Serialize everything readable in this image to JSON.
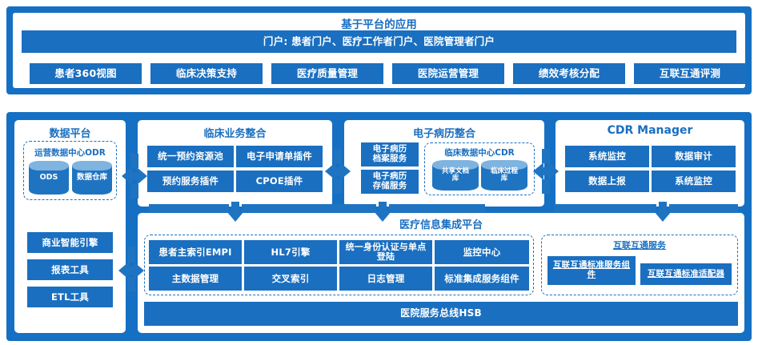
{
  "diagram": {
    "title_hidden": "",
    "colors": {
      "frame_blue": "#1570c4",
      "box_blue": "#1a6fc0",
      "text_blue": "#1a6fc0",
      "cylinder_top": "#7fb3e0",
      "white": "#ffffff"
    }
  },
  "top_section": {
    "title": "基于平台的应用",
    "portal_bar": "门户: 患者门户、医疗工作者门户、医院管理者门户",
    "apps": [
      "患者360视图",
      "临床决策支持",
      "医疗质量管理",
      "医院运营管理",
      "绩效考核分配",
      "互联互通评测"
    ]
  },
  "data_platform": {
    "title": "数据平台",
    "odr": {
      "title": "运营数据中心ODR",
      "stores": [
        "ODS",
        "数据仓库"
      ]
    },
    "tools": [
      "商业智能引擎",
      "报表工具",
      "ETL工具"
    ]
  },
  "clinical_integration": {
    "title": "临床业务整合",
    "items": [
      "统一预约资源池",
      "电子申请单插件",
      "预约服务插件",
      "CPOE插件"
    ]
  },
  "emr_integration": {
    "title": "电子病历整合",
    "services": [
      "电子病历\n档案服务",
      "电子病历\n存储服务"
    ],
    "service_lines": [
      [
        "电子病历",
        "档案服务"
      ],
      [
        "电子病历",
        "存储服务"
      ]
    ],
    "cdr": {
      "title": "临床数据中心CDR",
      "stores_lines": [
        [
          "共享文档",
          "库"
        ],
        [
          "临床过程",
          "库"
        ]
      ]
    }
  },
  "cdr_manager": {
    "title": "CDR Manager",
    "items": [
      "系统监控",
      "数据审计",
      "数据上报",
      "系统监控"
    ]
  },
  "integration_platform": {
    "title": "医疗信息集成平台",
    "core_items": [
      "患者主索引EMPI",
      "HL7引擎",
      "统一身份认证与单点\n登陆",
      "监控中心",
      "主数据管理",
      "交叉索引",
      "日志管理",
      "标准集成服务组件"
    ],
    "core_items_lines": [
      [
        "患者主索引EMPI"
      ],
      [
        "HL7引擎"
      ],
      [
        "统一身份认证与单点",
        "登陆"
      ],
      [
        "监控中心"
      ],
      [
        "主数据管理"
      ],
      [
        "交叉索引"
      ],
      [
        "日志管理"
      ],
      [
        "标准集成服务组件"
      ]
    ],
    "interop": {
      "title": "互联互通服务",
      "items_lines": [
        [
          "互联互通标准服务组",
          "件"
        ],
        [
          "互联互通标准适配器"
        ]
      ]
    },
    "bus": "医院服务总线HSB"
  }
}
